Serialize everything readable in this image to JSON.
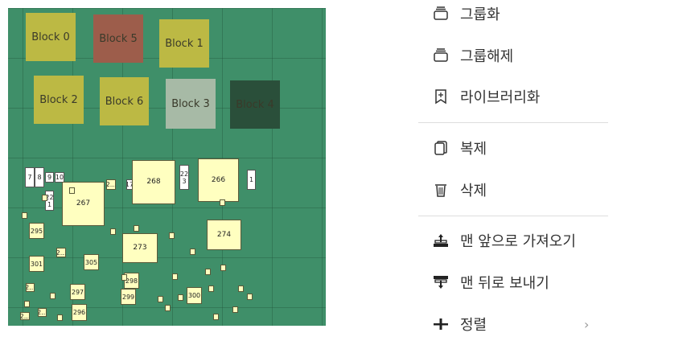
{
  "canvas": {
    "background": "#3f8f69",
    "blocks": [
      {
        "label": "Block 0",
        "color": "#bcb944"
      },
      {
        "label": "Block 5",
        "color": "#9d5d4b"
      },
      {
        "label": "Block 1",
        "color": "#bcb944"
      },
      {
        "label": "Block 2",
        "color": "#bcb944"
      },
      {
        "label": "Block 6",
        "color": "#bcb944"
      },
      {
        "label": "Block 3",
        "color": "#a7baa6"
      },
      {
        "label": "Block 4",
        "color": "#2a4f3a"
      }
    ],
    "nodes": [
      {
        "label": "7",
        "style": "white"
      },
      {
        "label": "8",
        "style": "white"
      },
      {
        "label": "9",
        "style": "white"
      },
      {
        "label": "10",
        "style": "white"
      },
      {
        "label": "267"
      },
      {
        "label": "2..."
      },
      {
        "label": "17",
        "style": "white"
      },
      {
        "label": "268"
      },
      {
        "label": "22\n3",
        "style": "white"
      },
      {
        "label": "266"
      },
      {
        "label": "1",
        "style": "white"
      },
      {
        "label": "22\n1",
        "style": "white"
      },
      {
        "label": "295"
      },
      {
        "label": "273"
      },
      {
        "label": "274"
      },
      {
        "label": "2..."
      },
      {
        "label": "301"
      },
      {
        "label": "305"
      },
      {
        "label": "298"
      },
      {
        "label": "297"
      },
      {
        "label": "299"
      },
      {
        "label": "300"
      },
      {
        "label": "296"
      },
      {
        "label": "2..."
      },
      {
        "label": "2..."
      },
      {
        "label": "2..."
      }
    ]
  },
  "menu": {
    "items": [
      {
        "label": "그룹화",
        "icon": "group-icon"
      },
      {
        "label": "그룹해제",
        "icon": "ungroup-icon"
      },
      {
        "label": "라이브러리화",
        "icon": "library-bookmark-icon"
      },
      {
        "label": "복제",
        "icon": "duplicate-icon"
      },
      {
        "label": "삭제",
        "icon": "trash-icon"
      },
      {
        "label": "맨 앞으로 가져오기",
        "icon": "bring-to-front-icon"
      },
      {
        "label": "맨 뒤로 보내기",
        "icon": "send-to-back-icon"
      },
      {
        "label": "정렬",
        "icon": "align-icon",
        "submenu": true
      }
    ]
  }
}
